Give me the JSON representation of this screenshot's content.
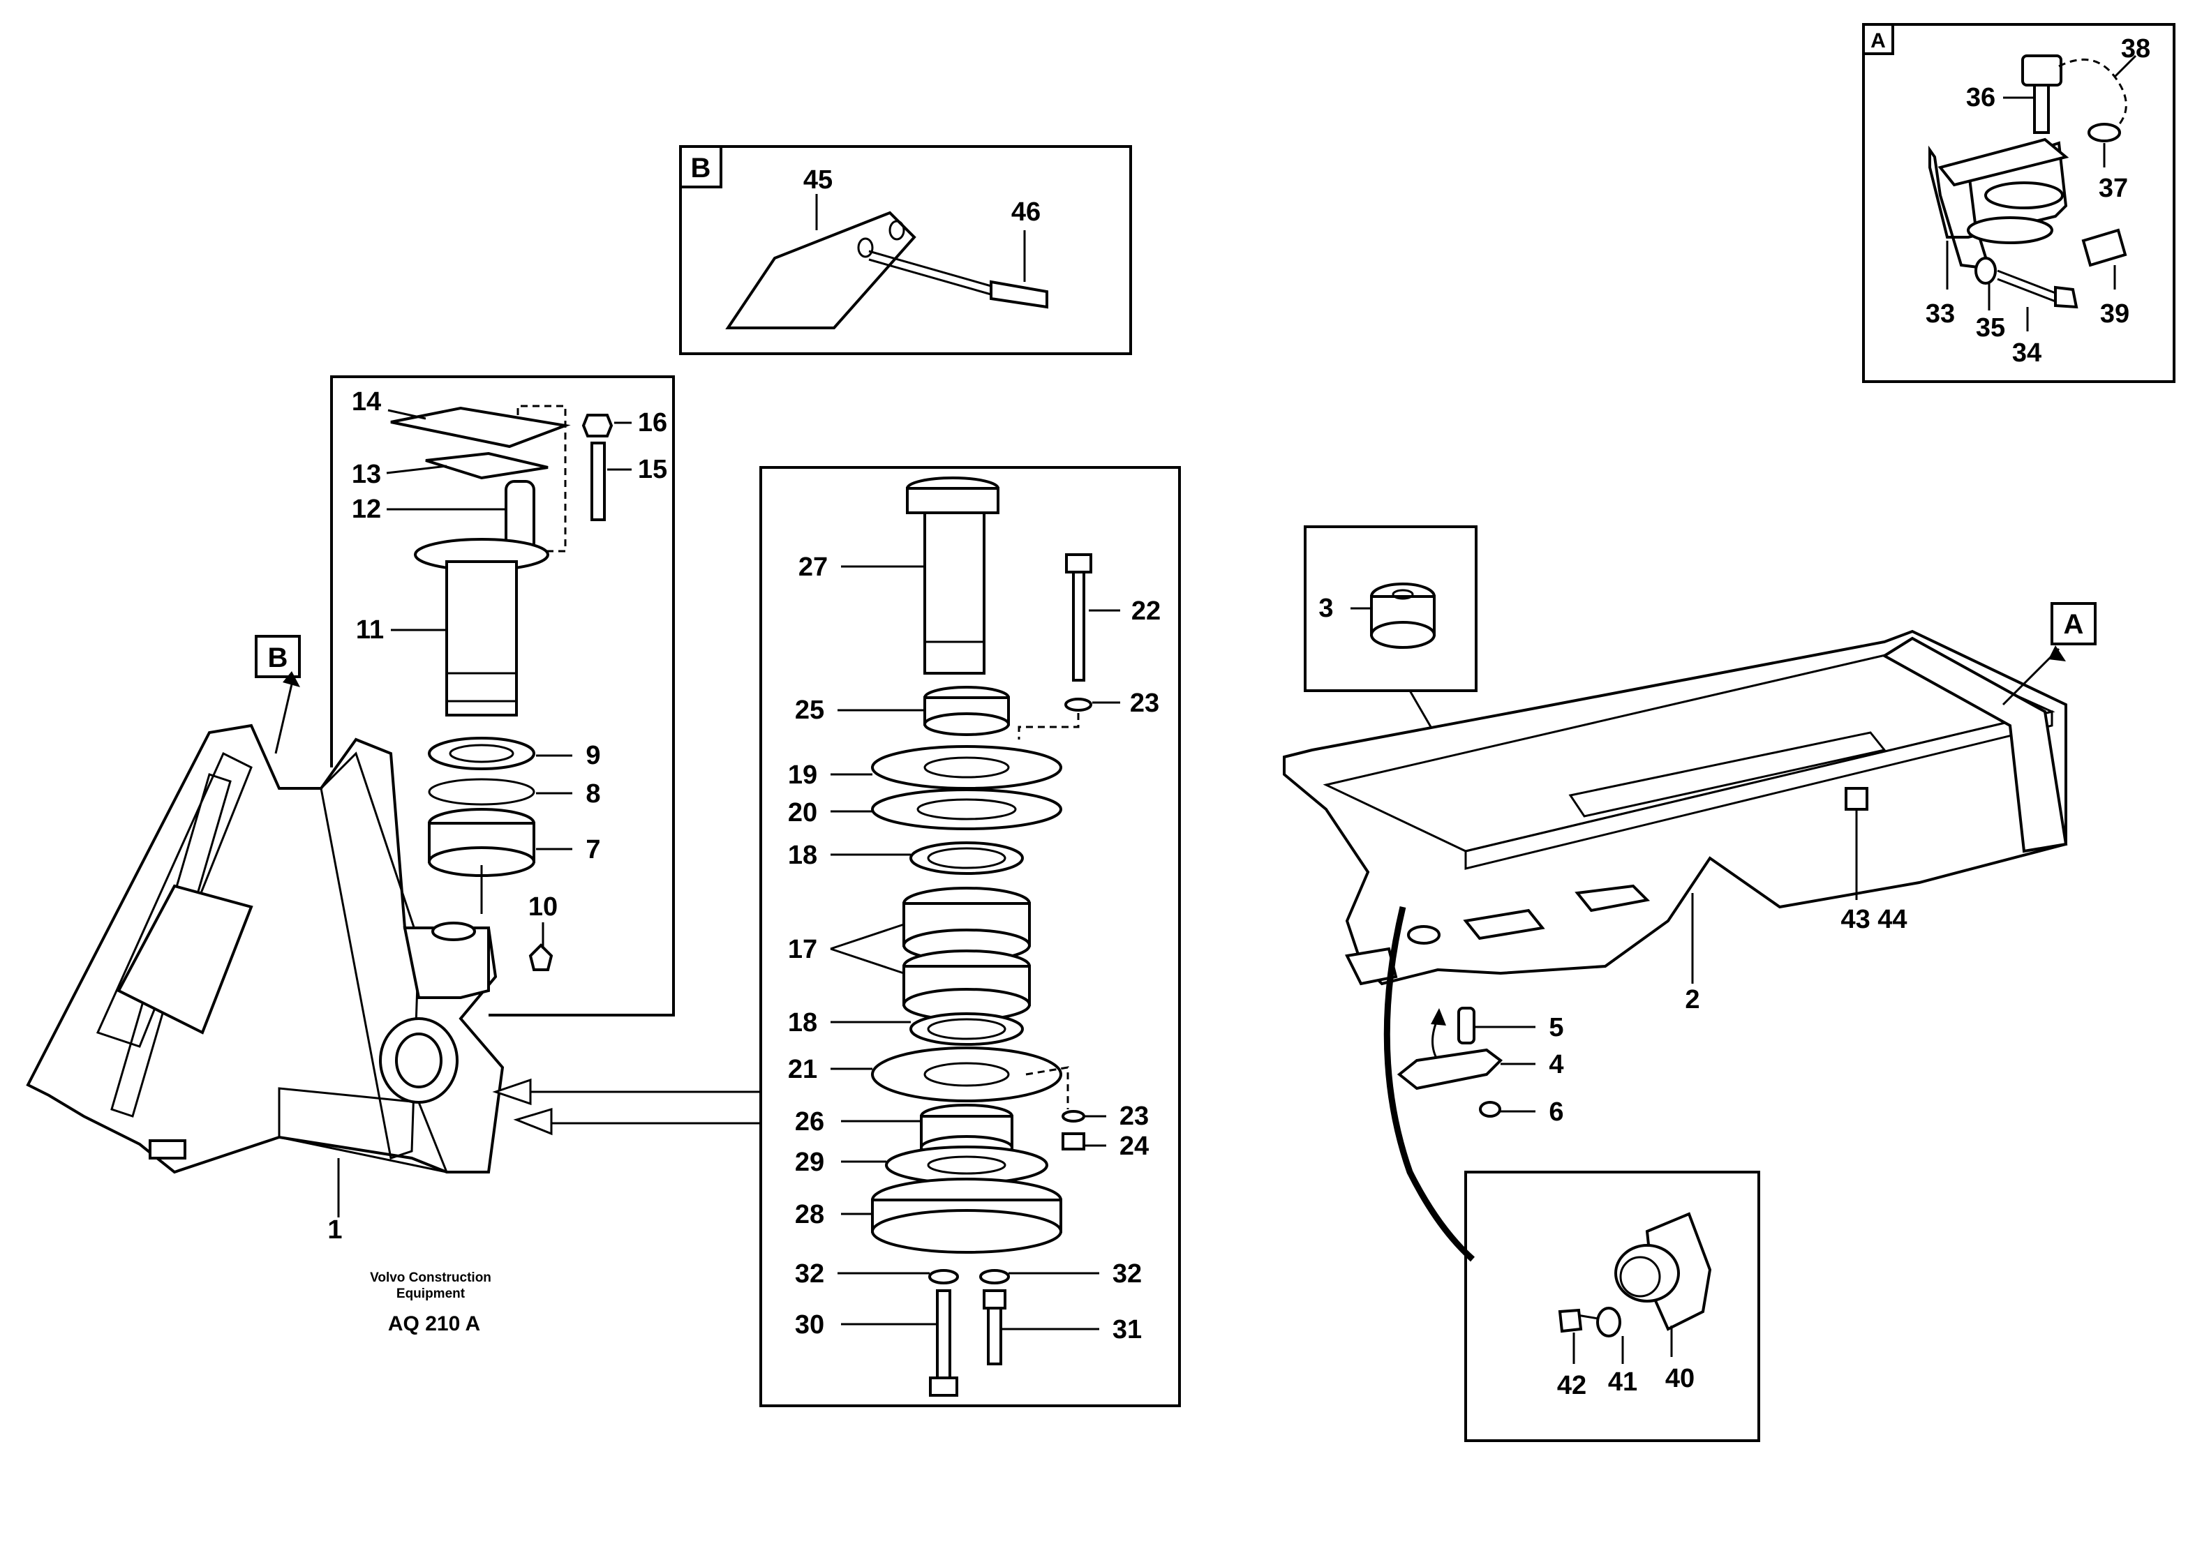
{
  "footer": {
    "company_line1": "Volvo Construction",
    "company_line2": "Equipment",
    "drawing_code": "AQ 210 A"
  },
  "detail_refs": {
    "a": "A",
    "b": "B"
  },
  "labels": {
    "p1": "1",
    "p2": "2",
    "p3": "3",
    "p4": "4",
    "p5": "5",
    "p6": "6",
    "p7": "7",
    "p8": "8",
    "p9": "9",
    "p10": "10",
    "p11": "11",
    "p12": "12",
    "p13": "13",
    "p14": "14",
    "p15": "15",
    "p16": "16",
    "p17": "17",
    "p18a": "18",
    "p18b": "18",
    "p19": "19",
    "p20": "20",
    "p21": "21",
    "p22": "22",
    "p23a": "23",
    "p23b": "23",
    "p24": "24",
    "p25": "25",
    "p26": "26",
    "p27": "27",
    "p28": "28",
    "p29": "29",
    "p30": "30",
    "p31": "31",
    "p32a": "32",
    "p32b": "32",
    "p33": "33",
    "p34": "34",
    "p35": "35",
    "p36": "36",
    "p37": "37",
    "p38": "38",
    "p39": "39",
    "p40": "40",
    "p41": "41",
    "p42": "42",
    "p4344": "43 44",
    "p45": "45",
    "p46": "46"
  }
}
